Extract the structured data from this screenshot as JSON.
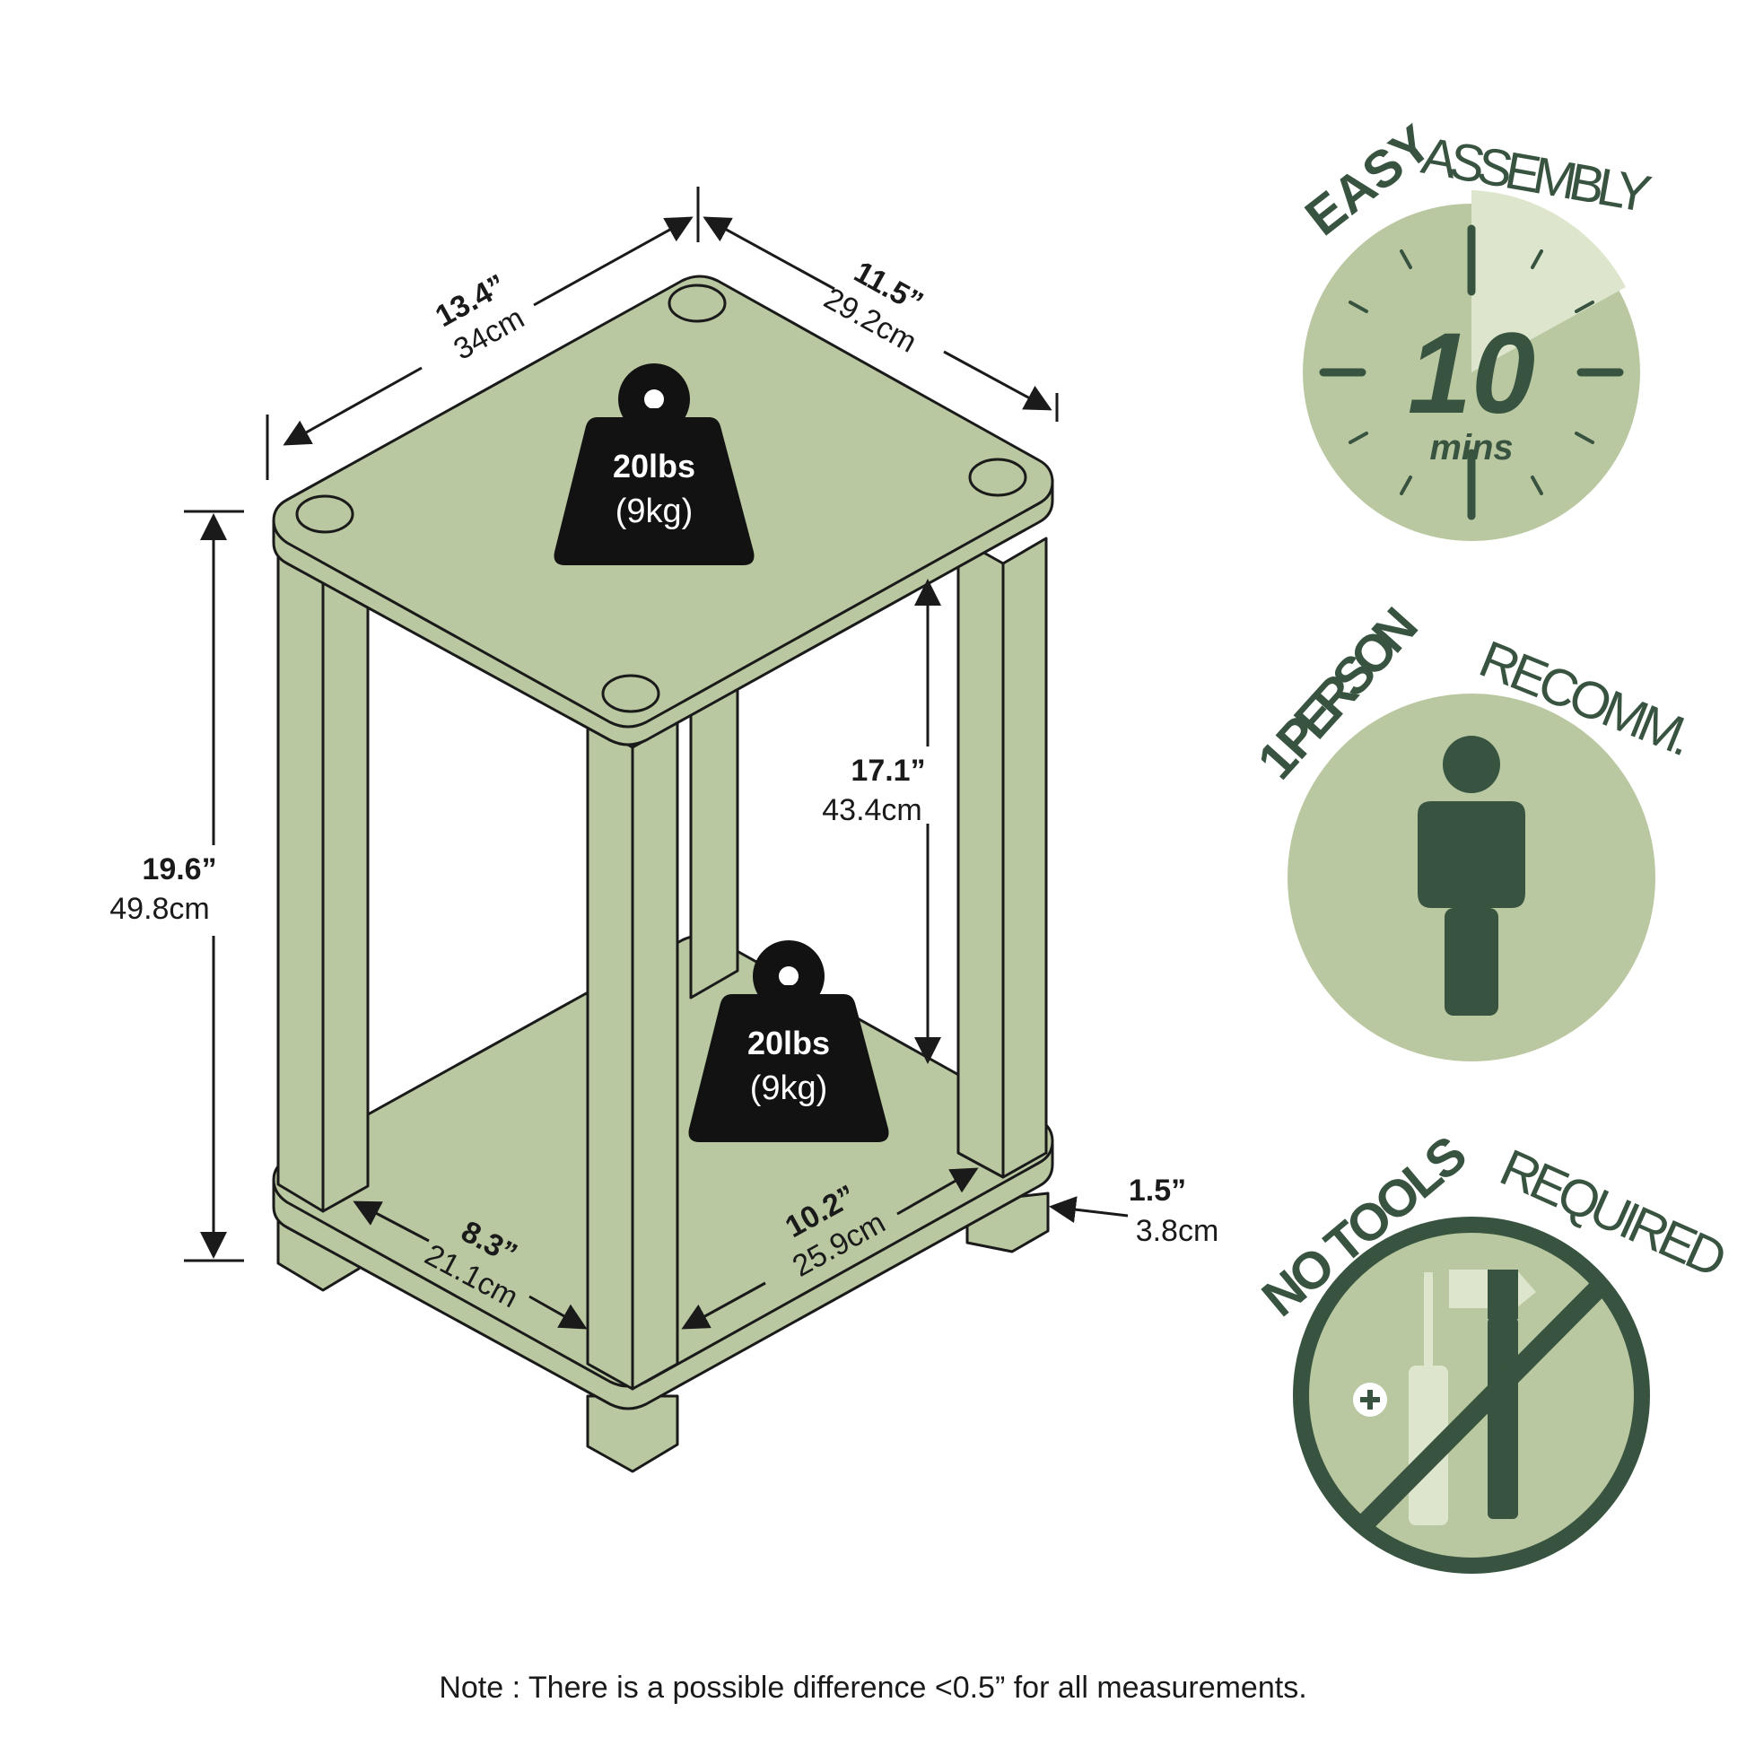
{
  "dimensions": {
    "top_width": {
      "in": "13.4”",
      "cm": "34cm"
    },
    "top_depth": {
      "in": "11.5”",
      "cm": "29.2cm"
    },
    "total_height": {
      "in": "19.6”",
      "cm": "49.8cm"
    },
    "shelf_clearance": {
      "in": "17.1”",
      "cm": "43.4cm"
    },
    "inner_depth": {
      "in": "8.3”",
      "cm": "21.1cm"
    },
    "inner_width": {
      "in": "10.2”",
      "cm": "25.9cm"
    },
    "leg_size": {
      "in": "1.5”",
      "cm": "3.8cm"
    }
  },
  "weights": {
    "top": {
      "lbs": "20lbs",
      "kg": "(9kg)"
    },
    "bottom": {
      "lbs": "20lbs",
      "kg": "(9kg)"
    }
  },
  "badges": {
    "assembly": {
      "bold": "EASY",
      "regular": "ASSEMBLY",
      "number": "10",
      "unit": "mins"
    },
    "person": {
      "bold": "1 PERSON",
      "regular": "RECOMM."
    },
    "tools": {
      "bold": "NO TOOLS",
      "regular": "REQUIRED"
    }
  },
  "note": "Note : There is a possible difference <0.5” for all measurements.",
  "colors": {
    "table_fill": "#b9c8a0",
    "badge_circle": "#b9c8a0",
    "badge_light": "#dde6cc",
    "dark_green": "#385440",
    "outline": "#1a1a1a",
    "weight": "#121212"
  }
}
